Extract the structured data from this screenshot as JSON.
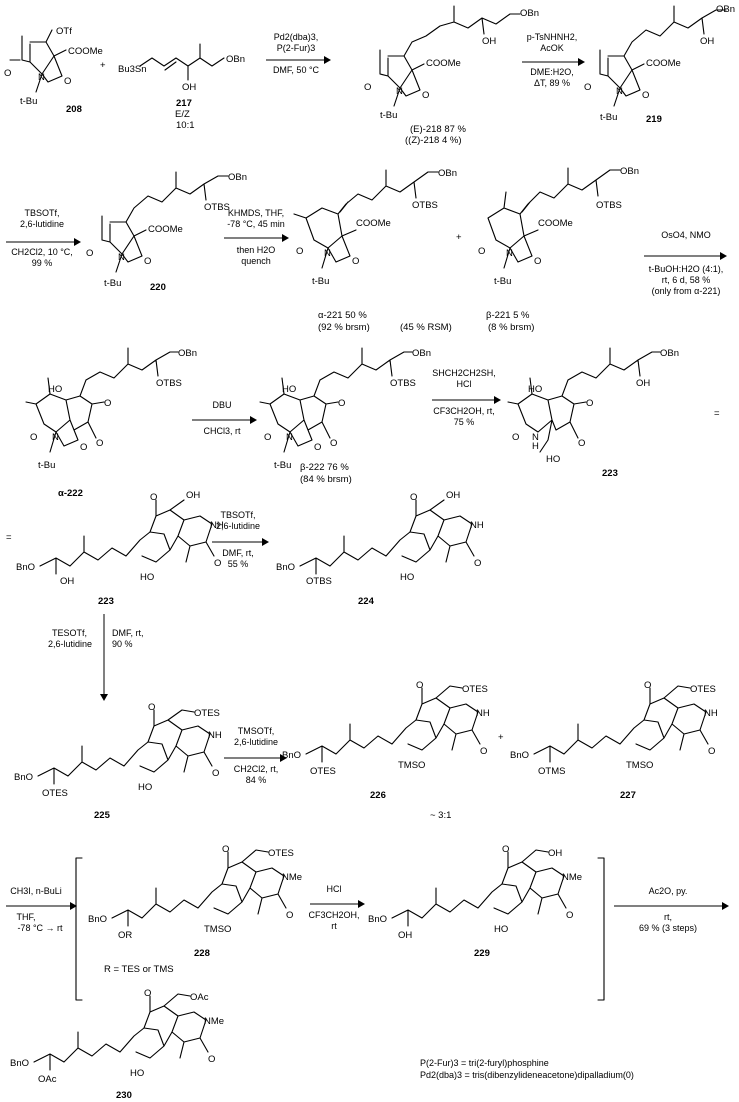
{
  "compounds": {
    "c208": "208",
    "c217": "217",
    "c217_ratio_a": "E/Z",
    "c217_ratio_b": "10:1",
    "c218_e": "(E)-218 87 %",
    "c218_z": "((Z)-218 4 %)",
    "c219": "219",
    "c220": "220",
    "c221a": "α-221 50 %",
    "c221a_brsm": "(92 % brsm)",
    "rsm": "(45 % RSM)",
    "c221b": "β-221 5 %",
    "c221b_brsm": "(8 % brsm)",
    "c222a": "α-222",
    "c222b": "β-222 76 %",
    "c222b_brsm": "(84 % brsm)",
    "c223": "223",
    "c224": "224",
    "c225": "225",
    "c226": "226",
    "c227": "227",
    "ratio": "~ 3:1",
    "c228": "228",
    "r_def": "R = TES or TMS",
    "c229": "229",
    "c230": "230"
  },
  "conditions": {
    "s1": [
      "Pd2(dba)3,",
      "P(2-Fur)3",
      "DMF, 50 °C"
    ],
    "s2": [
      "p-TsNHNH2,",
      "AcOK",
      "DME:H2O,",
      "ΔT, 89 %"
    ],
    "s3": [
      "TBSOTf,",
      "2,6-lutidine",
      "CH2Cl2, 10 °C,",
      "99 %"
    ],
    "s4": [
      "KHMDS, THF,",
      "-78 °C, 45 min",
      "then H2O",
      "quench"
    ],
    "s5": [
      "OsO4, NMO",
      "t-BuOH:H2O (4:1),",
      "rt, 6 d, 58 %",
      "(only from α-221)"
    ],
    "s6": [
      "DBU",
      "CHCl3, rt"
    ],
    "s7": [
      "SHCH2CH2SH,",
      "HCl",
      "CF3CH2OH, rt,",
      "75 %"
    ],
    "s8": [
      "TBSOTf,",
      "2,6-lutidine",
      "DMF, rt,",
      "55 %"
    ],
    "s9": [
      "TESOTf,",
      "2,6-lutidine",
      "DMF, rt,",
      "90 %"
    ],
    "s10": [
      "TMSOTf,",
      "2,6-lutidine",
      "CH2Cl2, rt,",
      "84 %"
    ],
    "s11": [
      "CH3I, n-BuLi",
      "THF,",
      "-78 °C → rt"
    ],
    "s12": [
      "HCl",
      "CF3CH2OH,",
      "rt"
    ],
    "s13": [
      "Ac2O, py.",
      "rt,",
      "69 % (3 steps)"
    ]
  },
  "labels": {
    "otf": "OTf",
    "coome": "COOMe",
    "obn": "OBn",
    "oh": "OH",
    "otbs": "OTBS",
    "tbu": "t-Bu",
    "o": "O",
    "n": "N",
    "nh": "NH",
    "nme": "NMe",
    "ho": "HO",
    "h": "H",
    "bno": "BnO",
    "bu3sn": "Bu3Sn",
    "otes": "OTES",
    "otms": "OTMS",
    "tmso": "TMSO",
    "oac": "OAc",
    "or": "OR",
    "plus": "+",
    "equals": "="
  },
  "legend": [
    "P(2-Fur)3 = tri(2-furyl)phosphine",
    "Pd2(dba)3 = tris(dibenzylideneacetone)dipalladium(0)"
  ]
}
